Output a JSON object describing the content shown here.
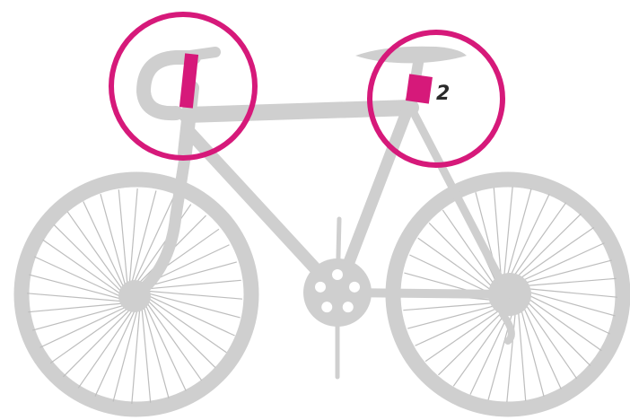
{
  "figure": {
    "subject": "road-bicycle",
    "colors": {
      "bike": "#cfcfcf",
      "spokes": "#bdbdbd",
      "highlight": "#d6197a",
      "label": "#2a2a2a",
      "background": "#ffffff"
    },
    "callouts": [
      {
        "id": "handlebar",
        "number": ""
      },
      {
        "id": "seatpost",
        "number": "2"
      }
    ]
  }
}
